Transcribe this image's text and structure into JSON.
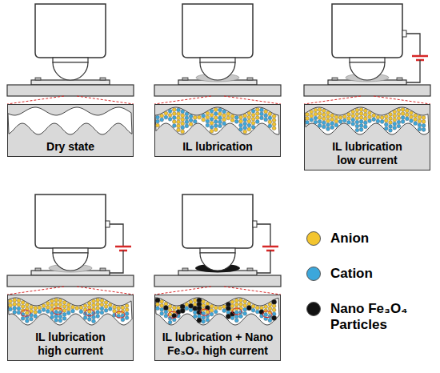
{
  "diagram": {
    "nodes": [
      {
        "text": [
          "Dry state"
        ]
      },
      {
        "text": [
          "IL lubrication"
        ]
      },
      {
        "text": [
          "IL lubrication low current"
        ]
      },
      {
        "text": [
          "IL lubrication high current"
        ]
      },
      {
        "text": [
          "IL lubrication + Nano Fe₃O₄ high current"
        ]
      }
    ],
    "legend": [
      {
        "text": "Anion",
        "color": "#f3c52f"
      },
      {
        "text": "Cation",
        "color": "#3ca7db"
      },
      {
        "text": "Nano Fe₃O₄ Particles",
        "color": "#111111"
      }
    ]
  }
}
